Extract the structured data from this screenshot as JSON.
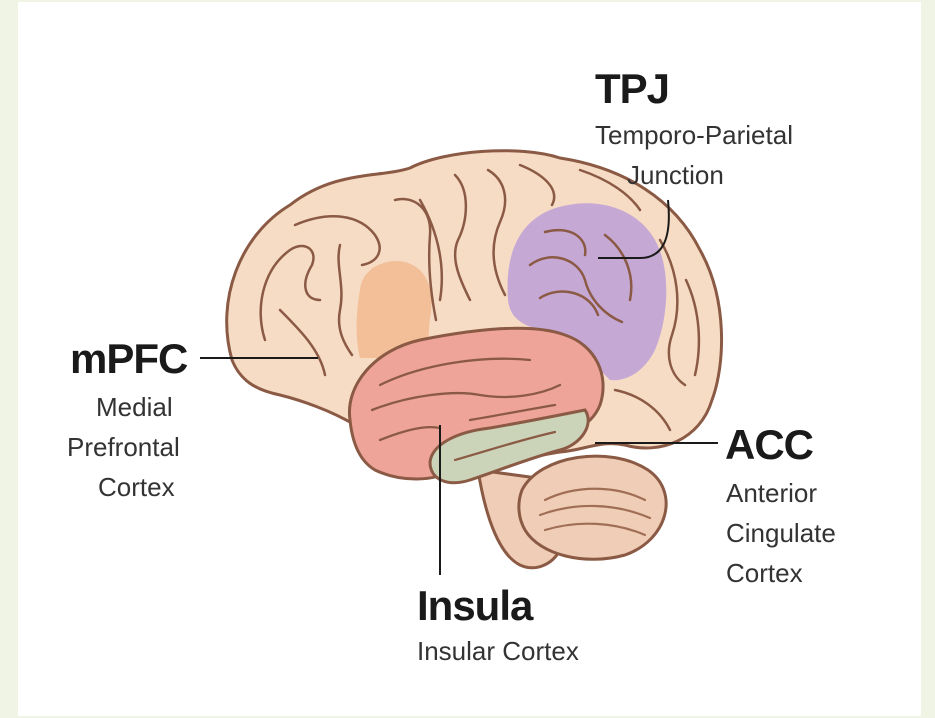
{
  "labels": {
    "tpj": {
      "abbr": "TPJ",
      "full_lines": [
        "Temporo-Parietal",
        "Junction"
      ]
    },
    "mpfc": {
      "abbr": "mPFC",
      "full_lines": [
        "Medial",
        "Prefrontal",
        "Cortex"
      ]
    },
    "acc": {
      "abbr": "ACC",
      "full_lines": [
        "Anterior",
        "Cingulate",
        "Cortex"
      ]
    },
    "insula": {
      "abbr": "Insula",
      "full_lines": [
        "Insular Cortex"
      ]
    }
  },
  "colors": {
    "page_background": "#f0f4e4",
    "canvas_background": "#ffffff",
    "brain_fill": "#f6dcc4",
    "outline": "#8b5a45",
    "tpj_region": "#c6a8d4",
    "insula_region": "#eea498",
    "insula_lower_band": "#cbd3b8",
    "frontal_highlight": "#f2bf98",
    "cerebellum_fill": "#f0cdb6",
    "leader_line": "#1a1a1a"
  }
}
